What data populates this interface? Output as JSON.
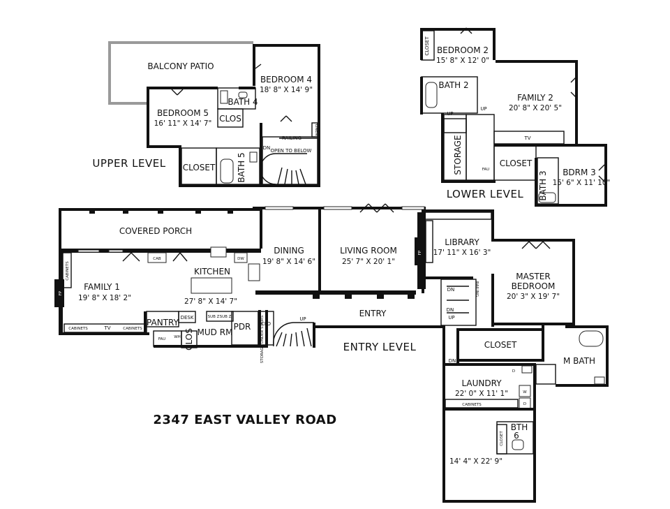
{
  "address": "2347 EAST VALLEY ROAD",
  "levels": {
    "upper": "UPPER LEVEL",
    "lower": "LOWER LEVEL",
    "entry": "ENTRY LEVEL"
  },
  "upper_rooms": {
    "balcony": "BALCONY PATIO",
    "bedroom4": "BEDROOM 4",
    "bedroom4_dim": "18' 8\" X 14' 9\"",
    "bedroom5": "BEDROOM 5",
    "bedroom5_dim": "16' 11\" X 14' 7\"",
    "bath4": "BATH 4",
    "clos": "CLOS",
    "closet": "CLOSET",
    "bath5": "BATH 5",
    "railing": "RAILING",
    "open_below": "OPEN TO BELOW",
    "linen": "LINEN",
    "dn": "DN"
  },
  "lower_rooms": {
    "bedroom2": "BEDROOM 2",
    "bedroom2_dim": "15' 8\" X 12' 0\"",
    "closet_bed2": "CLOSET",
    "bath2": "BATH 2",
    "up1": "UP",
    "up2": "UP",
    "family2": "FAMILY 2",
    "family2_dim": "20' 8\" X 20' 5\"",
    "storage": "STORAGE",
    "fau": "FAU",
    "tv": "TV",
    "closet": "CLOSET",
    "bath3": "BATH 3",
    "bdrm3": "BDRM 3",
    "bdrm3_dim": "15' 6\" X 11' 10\""
  },
  "entry_rooms": {
    "covered_porch": "COVERED PORCH",
    "dining": "DINING",
    "dining_dim": "19' 8\" X 14' 6\"",
    "living": "LIVING ROOM",
    "living_dim": "25' 7\" X 20' 1\"",
    "library": "LIBRARY",
    "library_dim": "17' 11\" X 16' 3\"",
    "fp_lib": "FP",
    "kitchen": "KITCHEN",
    "kitchen_dim": "27' 8\" X 14' 7\"",
    "cab": "CAB",
    "dw": "DW",
    "family1": "FAMILY 1",
    "family1_dim": "19' 8\" X 18' 2\"",
    "fp_fam": "FP",
    "cabinets_side": "CABINETS",
    "cabinets_bottom_left": "CABINETS",
    "cabinets_bottom_right": "CABINETS",
    "tv": "TV",
    "pantry": "PANTRY",
    "desk": "DESK",
    "sub_z1": "SUB Z",
    "sub_z2": "SUB Z",
    "pdr": "PDR",
    "clo": "CLO",
    "storage_under": "STORAGE UNDER STAIRS",
    "mud_rm": "MUD RM",
    "clos": "CLOS",
    "fau": "FAU",
    "wh": "WH",
    "entry": "ENTRY",
    "up": "UP",
    "master": "MASTER",
    "bedroom": "BEDROOM",
    "master_dim": "20' 3\" X 19' 7\"",
    "dn1": "DN",
    "dn2": "DN",
    "up2": "UP",
    "railing": "RAILING",
    "closet": "CLOSET",
    "m_bath": "M BATH",
    "dn3": "DN",
    "laundry": "LAUNDRY",
    "laundry_dim": "22' 0\" X 11' 1\"",
    "cabinets": "CABINETS",
    "w": "W",
    "d": "D",
    "d2": "D",
    "bth6": "BTH",
    "bth6_num": "6",
    "closet_v": "CLOSET",
    "garage_dim": "14' 4\" X 22' 9\""
  }
}
